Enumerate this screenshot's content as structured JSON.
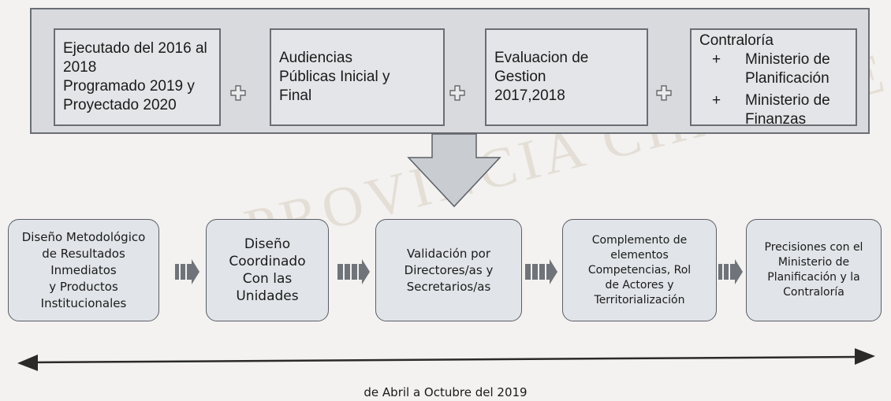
{
  "watermark": "PROVINCIA CHAPARE",
  "inputs": [
    {
      "text": "Ejecutado del 2016 al\n2018\nProgramado 2019 y\nProyectado 2020"
    },
    {
      "text": "Audiencias\nPúblicas Inicial y\nFinal"
    },
    {
      "text": "Evaluacion de\nGestion\n2017,2018"
    }
  ],
  "contraloria": {
    "title": "Contraloría",
    "plus": "+",
    "item1_line1": "Ministerio de",
    "item1_line2": "Planificación",
    "item2_line1": "Ministerio de",
    "item2_line2": "Finanzas"
  },
  "steps": [
    {
      "text": "Diseño Metodológico\nde Resultados\nInmediatos\ny Productos\nInstitucionales"
    },
    {
      "text": "Diseño\nCoordinado\nCon las\nUnidades"
    },
    {
      "text": "Validación por\nDirectores/as y\nSecretarios/as"
    },
    {
      "text": "Complemento de\nelementos\nCompetencias, Rol\nde Actores y\nTerritorialización"
    },
    {
      "text": "Precisiones con el\nMinisterio de\nPlanificación y la\nContraloría"
    }
  ],
  "timeline_label": "de Abril a Octubre del 2019"
}
